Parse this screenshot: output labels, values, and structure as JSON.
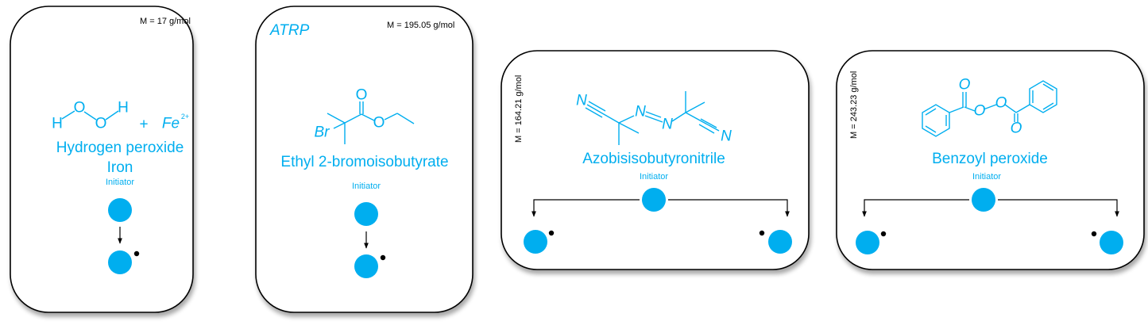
{
  "colors": {
    "accent": "#00aeef",
    "radical": "#000000"
  },
  "panels": [
    {
      "mass": "M = 17 g/mol",
      "name_line1": "Hydrogen peroxide",
      "name_line2": "Iron",
      "role": "Initiator",
      "atoms": {
        "h1": "H",
        "o1": "O",
        "o2": "O",
        "h2": "H",
        "plus": "+",
        "fe": "Fe",
        "charge": "2+"
      }
    },
    {
      "tag": "ATRP",
      "mass": "M = 195.05 g/mol",
      "name": "Ethyl 2-bromoisobutyrate",
      "role": "Initiator",
      "atoms": {
        "br": "Br",
        "o_carbonyl": "O",
        "o_ester": "O"
      }
    },
    {
      "mass": "M = 164.21 g/mol",
      "name": "Azobisisobutyronitrile",
      "role": "Initiator",
      "atoms": {
        "n1": "N",
        "n2": "N",
        "n3": "N",
        "n4": "N"
      }
    },
    {
      "mass": "M = 243.23 g/mol",
      "name": "Benzoyl peroxide",
      "role": "Initiator",
      "atoms": {
        "o1": "O",
        "o2": "O",
        "o3": "O",
        "o4": "O"
      }
    }
  ]
}
